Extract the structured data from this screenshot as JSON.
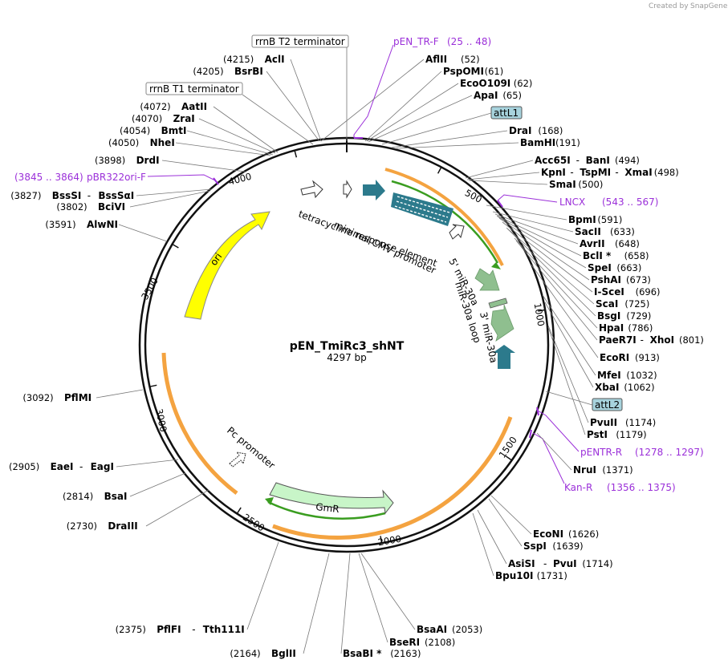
{
  "brand": {
    "created_by": "Created by",
    "name": "SnapGene"
  },
  "plasmid": {
    "name": "pEN_TmiRc3_shNT",
    "size": "4297 bp",
    "length": 4297
  },
  "ring_ticks": [
    "500",
    "1000",
    "1500",
    "2000",
    "2500",
    "3000",
    "3500",
    "4000"
  ],
  "boxed_labels": [
    {
      "text": "rrnB T2 terminator",
      "style": "plain"
    },
    {
      "text": "rrnB T1 terminator",
      "style": "plain"
    },
    {
      "text": "attL1",
      "style": "teal"
    },
    {
      "text": "attL2",
      "style": "teal"
    }
  ],
  "primers": [
    {
      "name": "pEN_TR-F",
      "pos": "(25 .. 48)"
    },
    {
      "name": "LNCX",
      "pos": "(543 .. 567)"
    },
    {
      "name": "pENTR-R",
      "pos": "(1278 .. 1297)"
    },
    {
      "name": "Kan-R",
      "pos": "(1356 .. 1375)"
    },
    {
      "name": "pBR322ori-F",
      "pos": "(3845 .. 3864)"
    }
  ],
  "sites_right": [
    {
      "name": "AflII",
      "pos": "(52)"
    },
    {
      "name": "PspOMI",
      "pos": "(61)"
    },
    {
      "name": "EcoO109I",
      "pos": "(62)"
    },
    {
      "name": "ApaI",
      "pos": "(65)"
    },
    {
      "name": "DraI",
      "pos": "(168)"
    },
    {
      "name": "BamHI",
      "pos": "(191)"
    },
    {
      "name": "Acc65I",
      "name2": "BanI",
      "pos": "(494)"
    },
    {
      "name": "KpnI",
      "name2": "TspMI",
      "name3": "XmaI",
      "pos": "(498)"
    },
    {
      "name": "SmaI",
      "pos": "(500)"
    },
    {
      "name": "BpmI",
      "pos": "(591)"
    },
    {
      "name": "SacII",
      "pos": "(633)"
    },
    {
      "name": "AvrII",
      "pos": "(648)"
    },
    {
      "name": "BclI *",
      "pos": "(658)"
    },
    {
      "name": "SpeI",
      "pos": "(663)"
    },
    {
      "name": "PshAI",
      "pos": "(673)"
    },
    {
      "name": "I-SceI",
      "pos": "(696)"
    },
    {
      "name": "ScaI",
      "pos": "(725)"
    },
    {
      "name": "BsgI",
      "pos": "(729)"
    },
    {
      "name": "HpaI",
      "pos": "(786)"
    },
    {
      "name": "PaeR7I",
      "name2": "XhoI",
      "pos": "(801)"
    },
    {
      "name": "EcoRI",
      "pos": "(913)"
    },
    {
      "name": "MfeI",
      "pos": "(1032)"
    },
    {
      "name": "XbaI",
      "pos": "(1062)"
    },
    {
      "name": "PvuII",
      "pos": "(1174)"
    },
    {
      "name": "PstI",
      "pos": "(1179)"
    },
    {
      "name": "NruI",
      "pos": "(1371)"
    },
    {
      "name": "EcoNI",
      "pos": "(1626)"
    },
    {
      "name": "SspI",
      "pos": "(1639)"
    },
    {
      "name": "AsiSI",
      "name2": "PvuI",
      "pos": "(1714)"
    },
    {
      "name": "Bpu10I",
      "pos": "(1731)"
    },
    {
      "name": "BsaAI",
      "pos": "(2053)"
    },
    {
      "name": "BseRI",
      "pos": "(2108)"
    },
    {
      "name": "BsaBI *",
      "pos": "(2163)"
    }
  ],
  "sites_left": [
    {
      "name": "AclI",
      "pos": "(4215)"
    },
    {
      "name": "BsrBI",
      "pos": "(4205)"
    },
    {
      "name": "AatII",
      "pos": "(4072)"
    },
    {
      "name": "ZraI",
      "pos": "(4070)"
    },
    {
      "name": "BmtI",
      "pos": "(4054)"
    },
    {
      "name": "NheI",
      "pos": "(4050)"
    },
    {
      "name": "DrdI",
      "pos": "(3898)"
    },
    {
      "name": "BssSI",
      "name2": "BssSαI",
      "pos": "(3827)"
    },
    {
      "name": "BciVI",
      "pos": "(3802)"
    },
    {
      "name": "AlwNI",
      "pos": "(3591)"
    },
    {
      "name": "PflMI",
      "pos": "(3092)"
    },
    {
      "name": "EaeI",
      "name2": "EagI",
      "pos": "(2905)"
    },
    {
      "name": "BsaI",
      "pos": "(2814)"
    },
    {
      "name": "DraIII",
      "pos": "(2730)"
    },
    {
      "name": "PflFI",
      "name2": "Tth111I",
      "pos": "(2375)"
    },
    {
      "name": "BglII",
      "pos": "(2164)"
    }
  ],
  "features": {
    "tre": "tetracycline response element",
    "cmv": "minimal CMV promoter",
    "mir5": "5' miR-30a",
    "loop": "miR-30a loop",
    "mir3": "3' miR-30a",
    "ori": "ori",
    "gmr": "GmR",
    "pc": "Pc promoter"
  },
  "colors": {
    "primer": "#9b30d9",
    "teal": "#2c7a8c",
    "attl": "#a7d3dd",
    "mir": "#8fbf8f",
    "ori": "#ffff00",
    "gmr": "#c8f5c8",
    "orange": "#f4a340",
    "green": "#3a9d20"
  }
}
